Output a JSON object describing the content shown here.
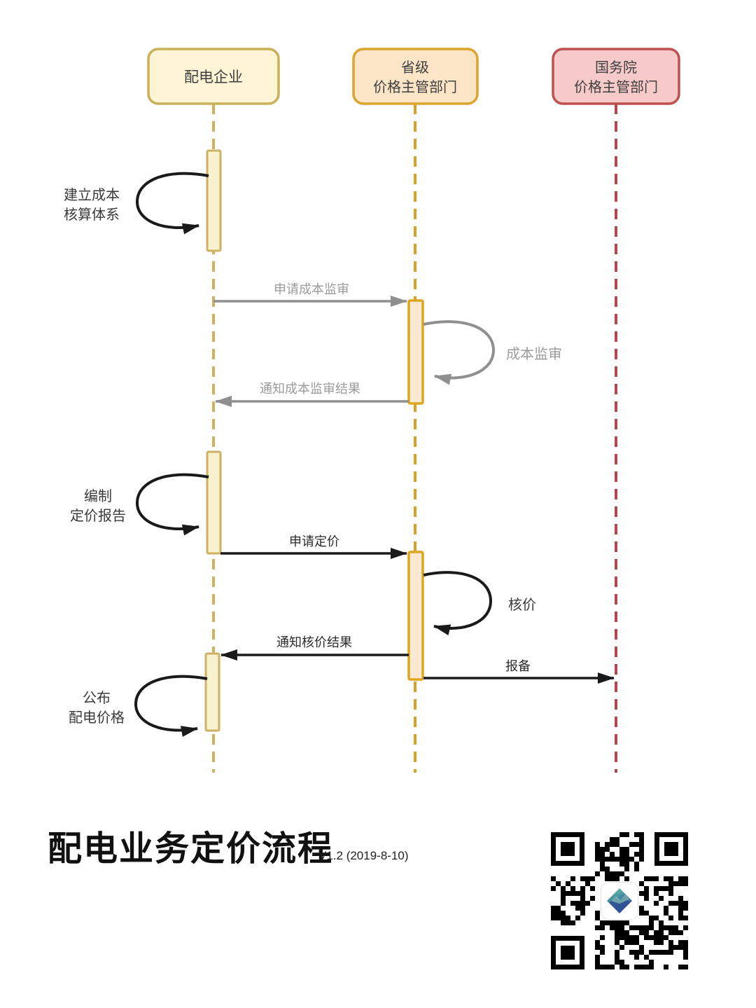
{
  "diagram": {
    "actors": [
      {
        "name": "distribution-enterprise",
        "label_lines": [
          "配电企业"
        ],
        "fill": "#FCF4D4",
        "border": "#C8B158"
      },
      {
        "name": "provincial-price-authority",
        "label_lines": [
          "省级",
          "价格主管部门"
        ],
        "fill": "#FBE5C6",
        "border": "#DBA52E"
      },
      {
        "name": "state-council-price-authority",
        "label_lines": [
          "国务院",
          "价格主管部门"
        ],
        "fill": "#F6CAC8",
        "border": "#BE5150"
      }
    ],
    "self_loops": [
      {
        "name": "establish-cost-accounting",
        "lines": [
          "建立成本",
          "核算体系"
        ],
        "color": "#1a1a1a",
        "actor": "配电企业"
      },
      {
        "name": "cost-supervision",
        "lines": [
          "成本监审"
        ],
        "color": "#8F8F8F",
        "actor": "省级价格主管部门"
      },
      {
        "name": "prepare-pricing-report",
        "lines": [
          "编制",
          "定价报告"
        ],
        "color": "#1a1a1a",
        "actor": "配电企业"
      },
      {
        "name": "price-verification",
        "lines": [
          "核价"
        ],
        "color": "#1a1a1a",
        "actor": "省级价格主管部门"
      },
      {
        "name": "publish-distribution-price",
        "lines": [
          "公布",
          "配电价格"
        ],
        "color": "#1a1a1a",
        "actor": "配电企业"
      }
    ],
    "messages": [
      {
        "name": "apply-cost-supervision",
        "label": "申请成本监审",
        "color": "#8F8F8F",
        "from": "配电企业",
        "to": "省级价格主管部门"
      },
      {
        "name": "notify-cost-supervision-result",
        "label": "通知成本监审结果",
        "color": "#8F8F8F",
        "from": "省级价格主管部门",
        "to": "配电企业"
      },
      {
        "name": "apply-pricing",
        "label": "申请定价",
        "color": "#1a1a1a",
        "from": "配电企业",
        "to": "省级价格主管部门"
      },
      {
        "name": "notify-pricing-result",
        "label": "通知核价结果",
        "color": "#1a1a1a",
        "from": "省级价格主管部门",
        "to": "配电企业"
      },
      {
        "name": "file-for-record",
        "label": "报备",
        "color": "#1a1a1a",
        "from": "省级价格主管部门",
        "to": "国务院价格主管部门"
      }
    ]
  },
  "footer": {
    "title": "配电业务定价流程",
    "version": "V1.2 (2019-8-10)"
  },
  "qr": {
    "logo": "mountain-app-logo"
  }
}
